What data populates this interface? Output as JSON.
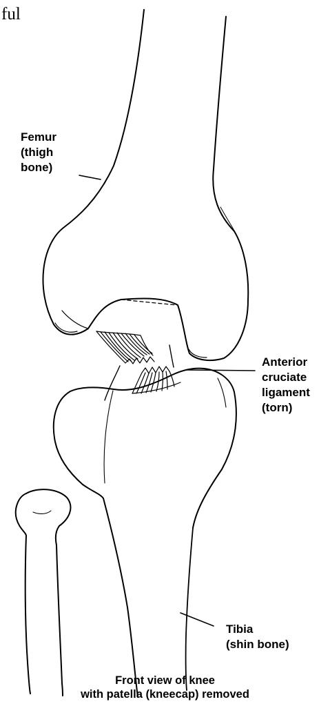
{
  "top_fragment": "ful",
  "labels": {
    "femur": [
      "Femur",
      "(thigh",
      "bone)"
    ],
    "acl": [
      "Anterior",
      "cruciate",
      "ligament",
      "(torn)"
    ],
    "tibia": [
      "Tibia",
      "(shin bone)"
    ]
  },
  "caption": [
    "Front view of knee",
    "with patella (kneecap) removed"
  ]
}
